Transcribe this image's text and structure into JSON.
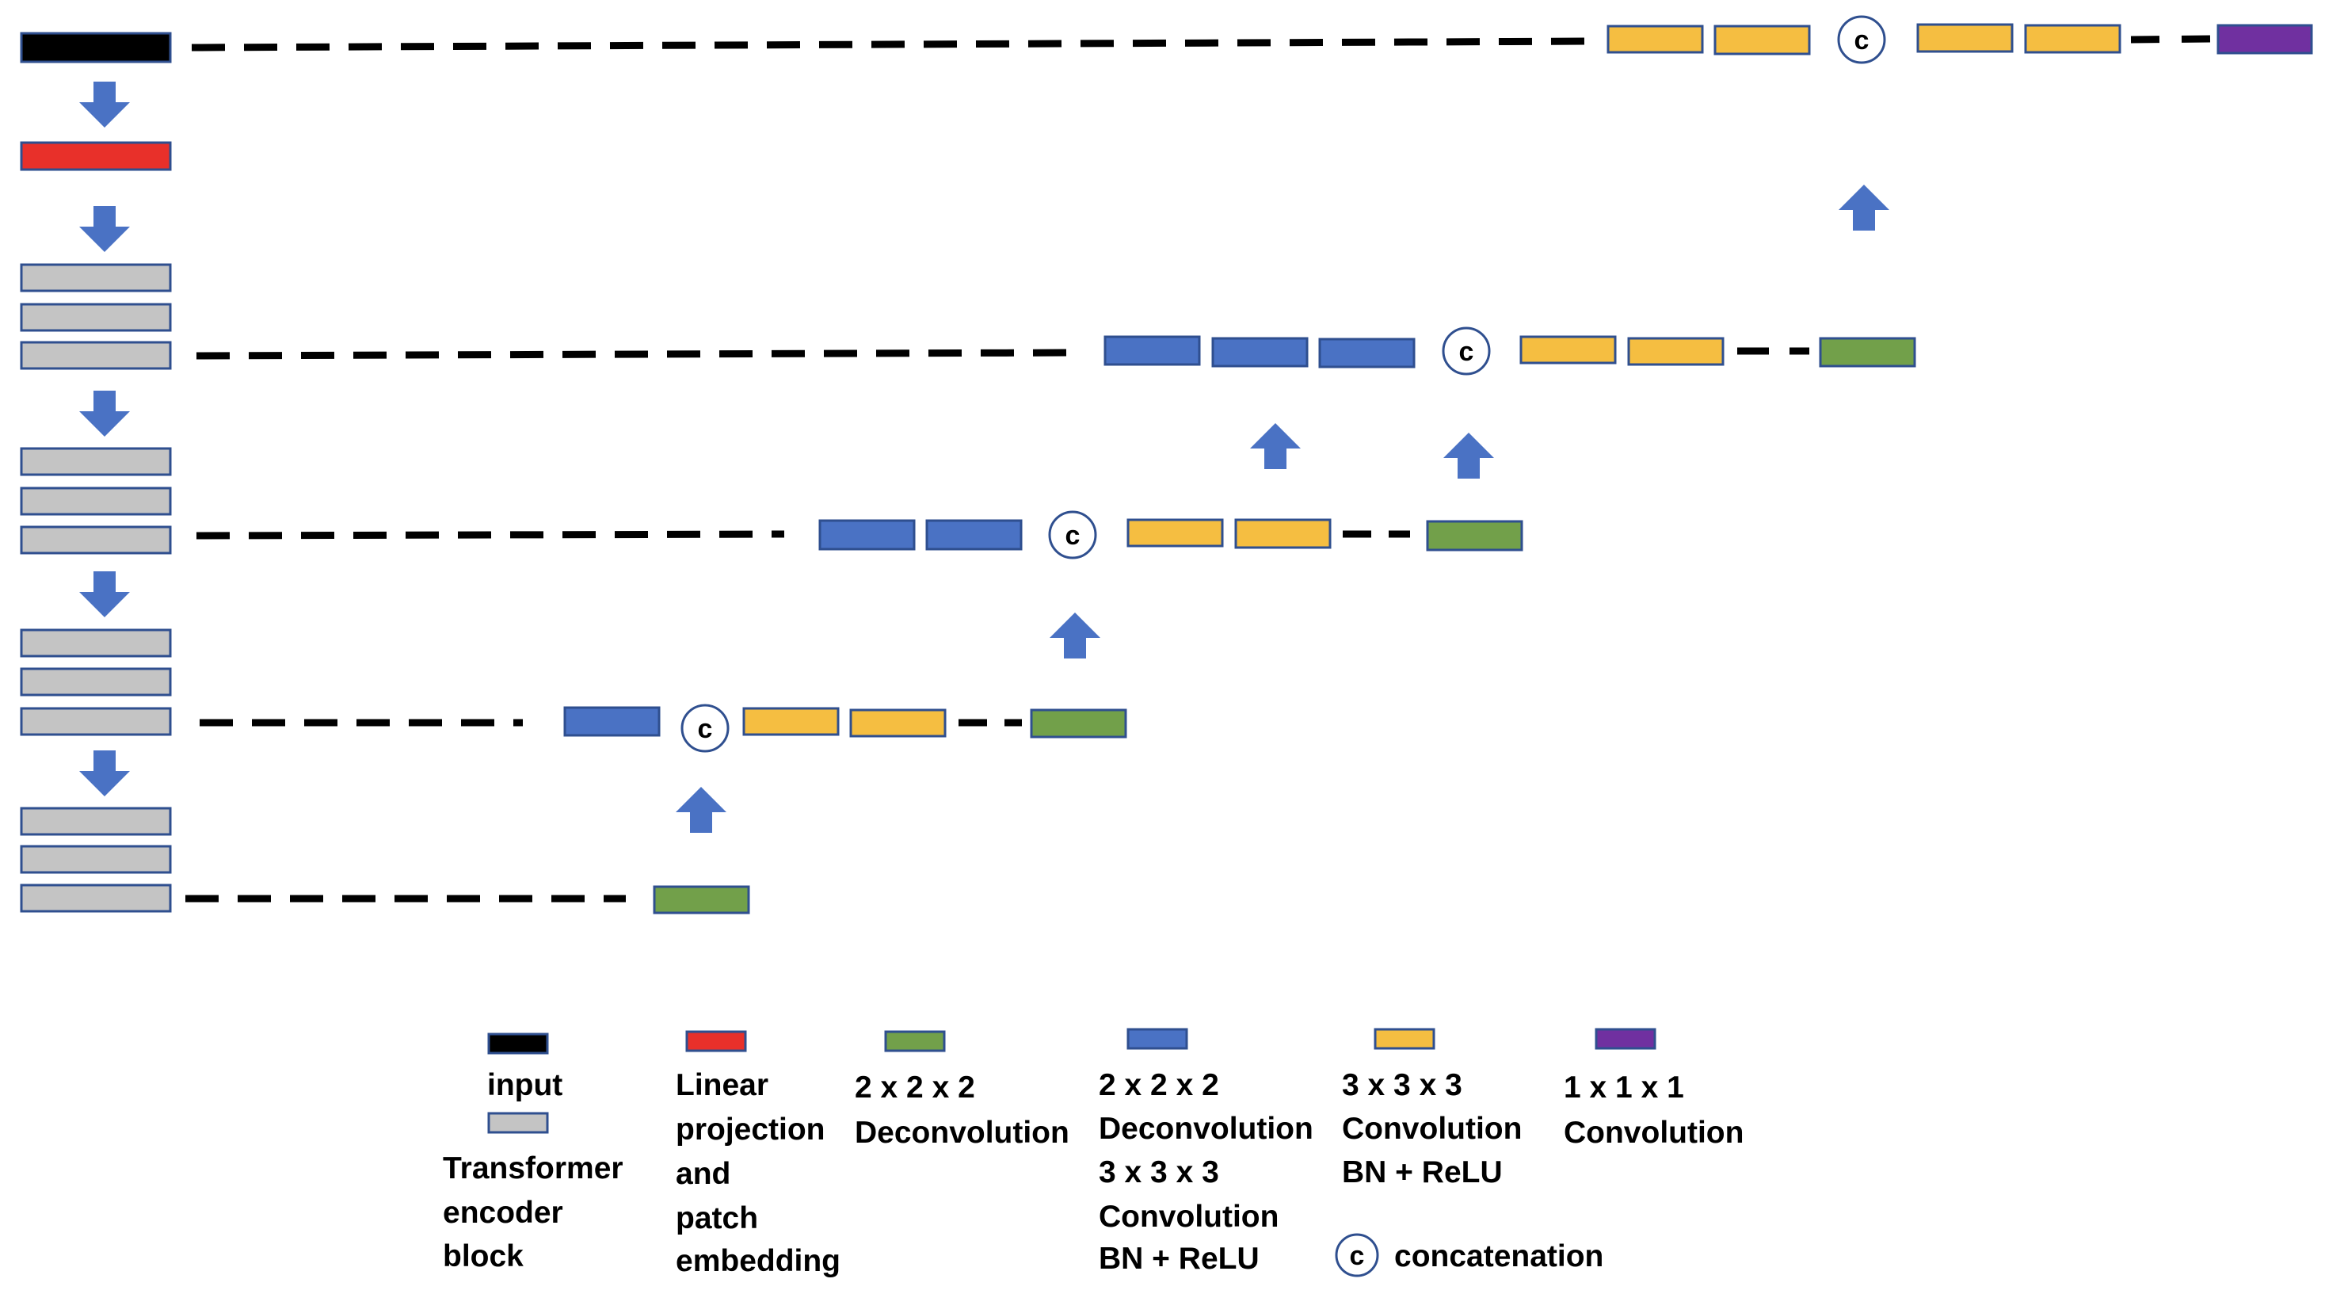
{
  "colors": {
    "input": "#000000",
    "linear_projection": "#e8302a",
    "transformer_block": "#c4c4c4",
    "deconv": "#72a04a",
    "deconv_conv": "#4a72c4",
    "conv": "#f5be41",
    "final_conv": "#7030a0",
    "arrow": "#4a72c4",
    "block_border": "#2f4f8f",
    "dash": "#000000"
  },
  "concat_symbol": "c",
  "legend": {
    "input": "input",
    "transformer": [
      "Transformer",
      "encoder",
      "block"
    ],
    "linear": [
      "Linear",
      "projection",
      "and",
      "patch",
      "embedding"
    ],
    "deconv": [
      "2 x 2 x 2",
      "Deconvolution"
    ],
    "deconv_conv": [
      "2 x 2 x 2",
      "Deconvolution",
      "3 x 3 x 3",
      "Convolution",
      "BN + ReLU"
    ],
    "conv": [
      "3 x 3 x 3",
      "Convolution",
      "BN + ReLU"
    ],
    "final_conv": [
      "1 x 1 x 1",
      "Convolution"
    ],
    "concatenation": "concatenation"
  }
}
